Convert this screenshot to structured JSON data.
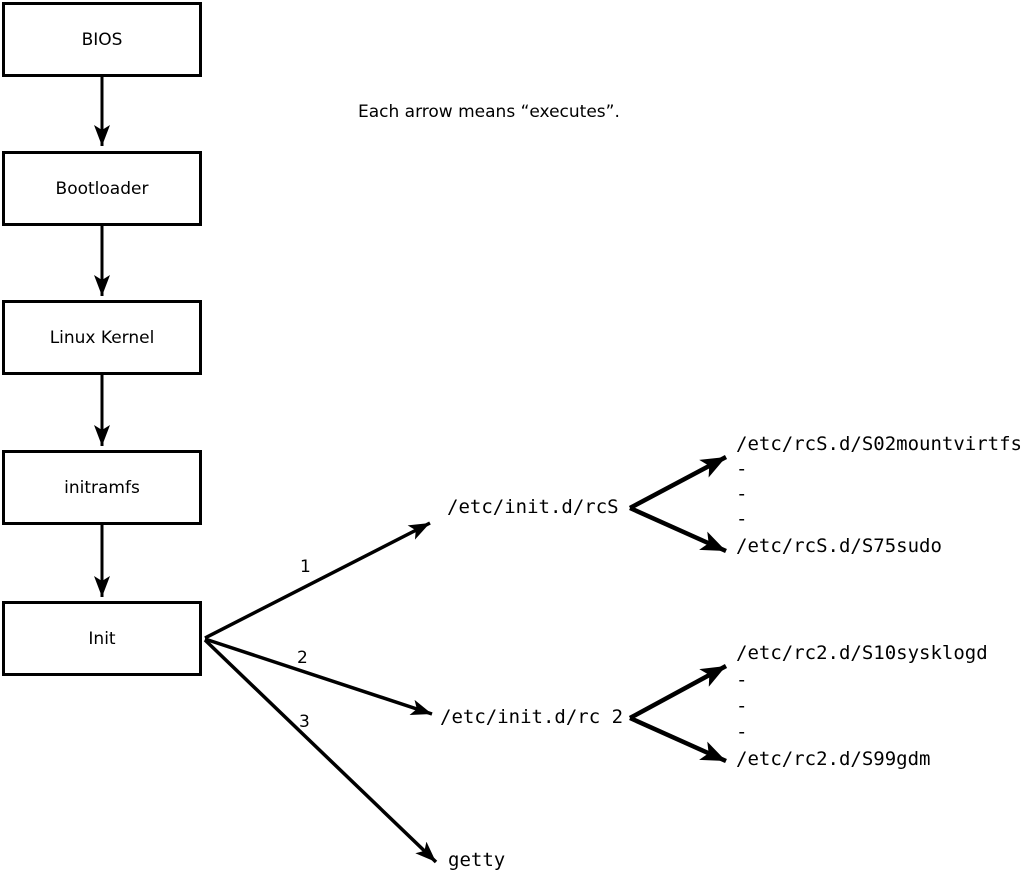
{
  "diagram": {
    "caption": "Each arrow means “executes”.",
    "boxes": [
      {
        "label": "BIOS"
      },
      {
        "label": "Bootloader"
      },
      {
        "label": "Linux Kernel"
      },
      {
        "label": "initramfs"
      },
      {
        "label": "Init"
      }
    ],
    "edge_labels": {
      "one": "1",
      "two": "2",
      "three": "3"
    },
    "targets": {
      "rcS": "/etc/init.d/rcS",
      "rc2": "/etc/init.d/rc 2",
      "getty": "getty"
    },
    "rcS_children": [
      "/etc/rcS.d/S02mountvirtfs",
      "-",
      "-",
      "-",
      "/etc/rcS.d/S75sudo"
    ],
    "rc2_children": [
      "/etc/rc2.d/S10sysklogd",
      "-",
      "-",
      "-",
      "/etc/rc2.d/S99gdm"
    ],
    "colors": {
      "ink": "#000000",
      "background": "#ffffff"
    }
  }
}
